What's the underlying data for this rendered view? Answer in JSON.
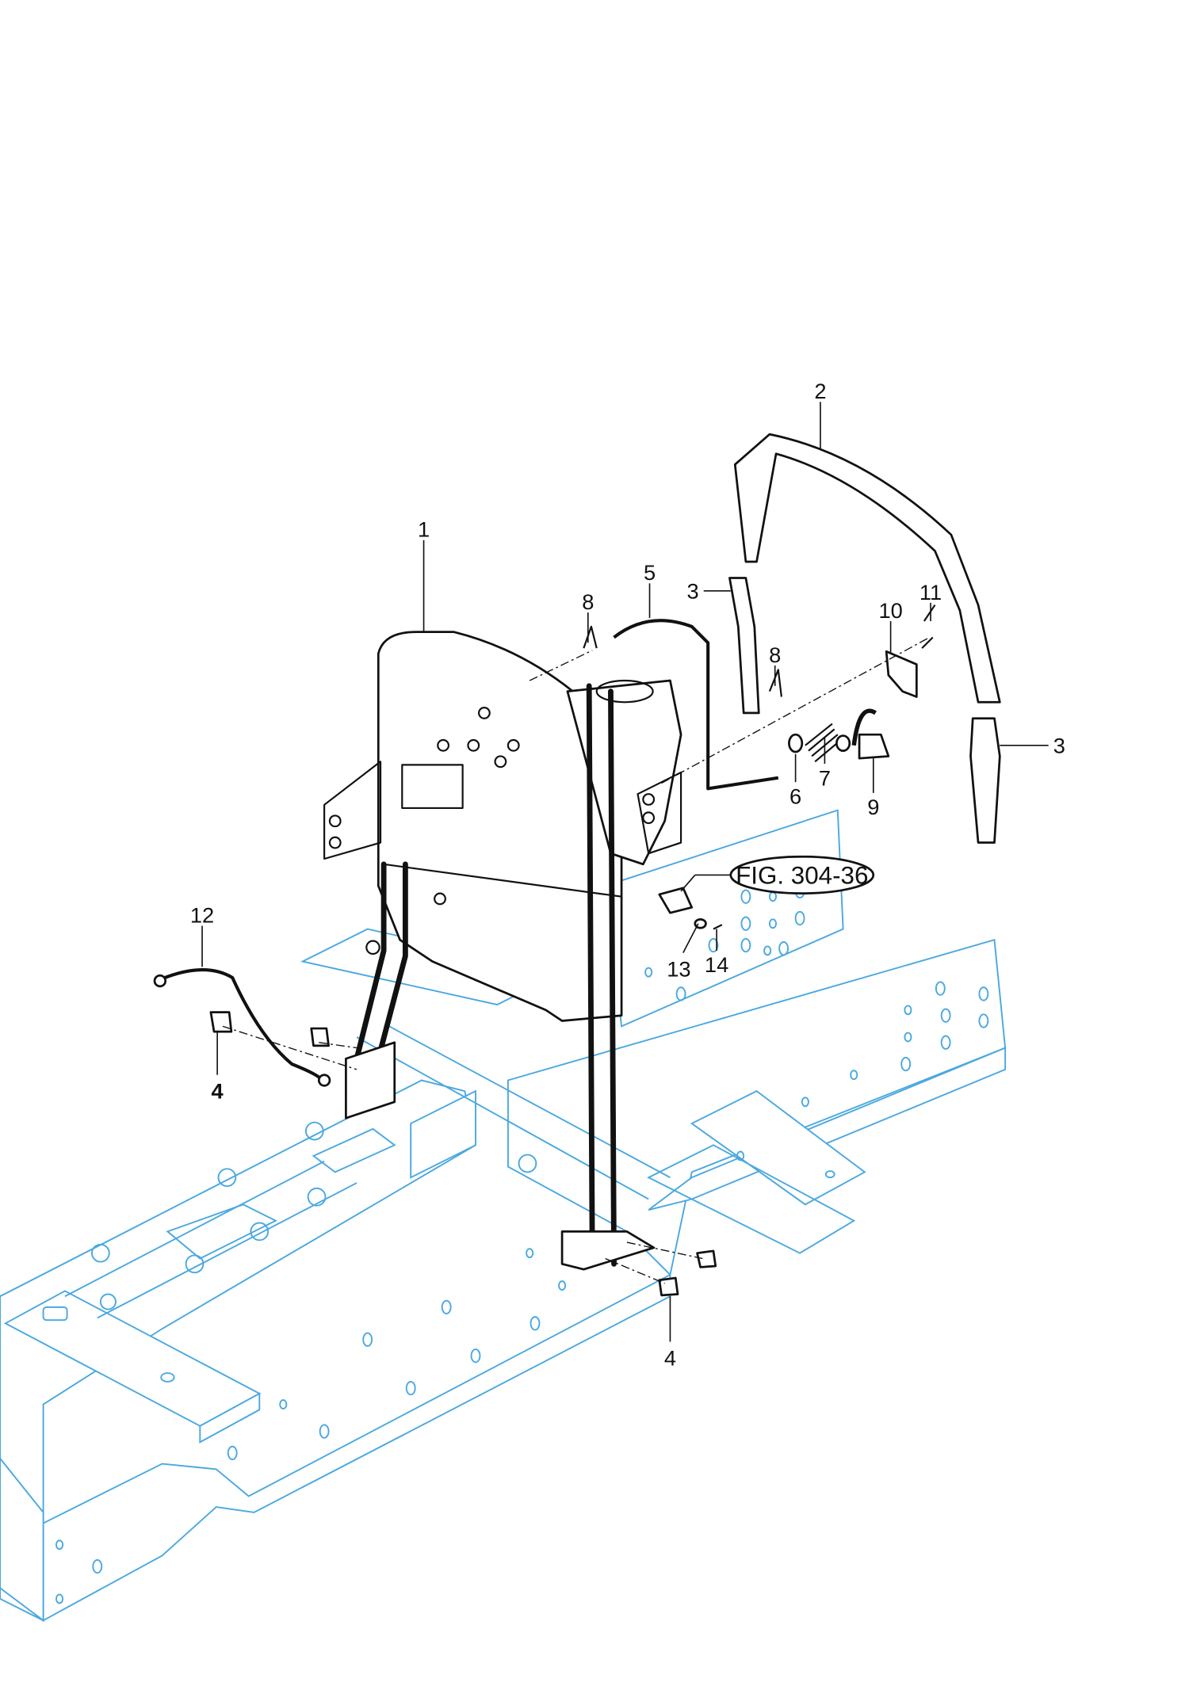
{
  "diagram": {
    "reference": "FIG. 304-36",
    "callouts": {
      "c1": "1",
      "c2": "2",
      "c3a": "3",
      "c3b": "3",
      "c4a": "4",
      "c4b": "4",
      "c5": "5",
      "c6": "6",
      "c7": "7",
      "c8a": "8",
      "c8b": "8",
      "c9": "9",
      "c10": "10",
      "c11": "11",
      "c12": "12",
      "c13": "13",
      "c14": "14"
    },
    "colors": {
      "frame": "#4aa8e0",
      "parts": "#111111"
    }
  }
}
